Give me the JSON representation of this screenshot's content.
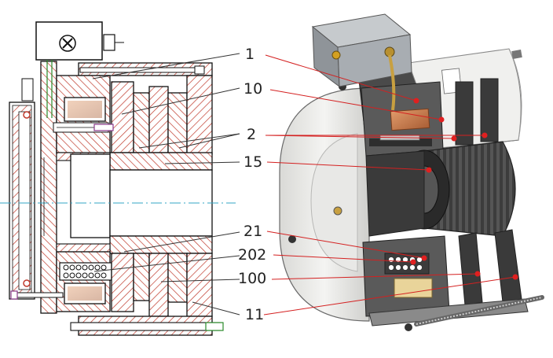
{
  "callouts": [
    {
      "label": "1"
    },
    {
      "label": "10"
    },
    {
      "label": "2"
    },
    {
      "label": "15"
    },
    {
      "label": "21"
    },
    {
      "label": "202"
    },
    {
      "label": "100"
    },
    {
      "label": "11"
    }
  ],
  "colors": {
    "hatch": "#c0392b",
    "leader_left": "#333333",
    "leader_right": "#d42020",
    "marker": "#e02020",
    "housing_dark": "#4a4a4a",
    "housing_light": "#f0f0ee",
    "coil_copper": "#c8794a",
    "terminal_box": "#9ea3a8",
    "center_line": "#33a6c6",
    "stroke": "#111111"
  }
}
